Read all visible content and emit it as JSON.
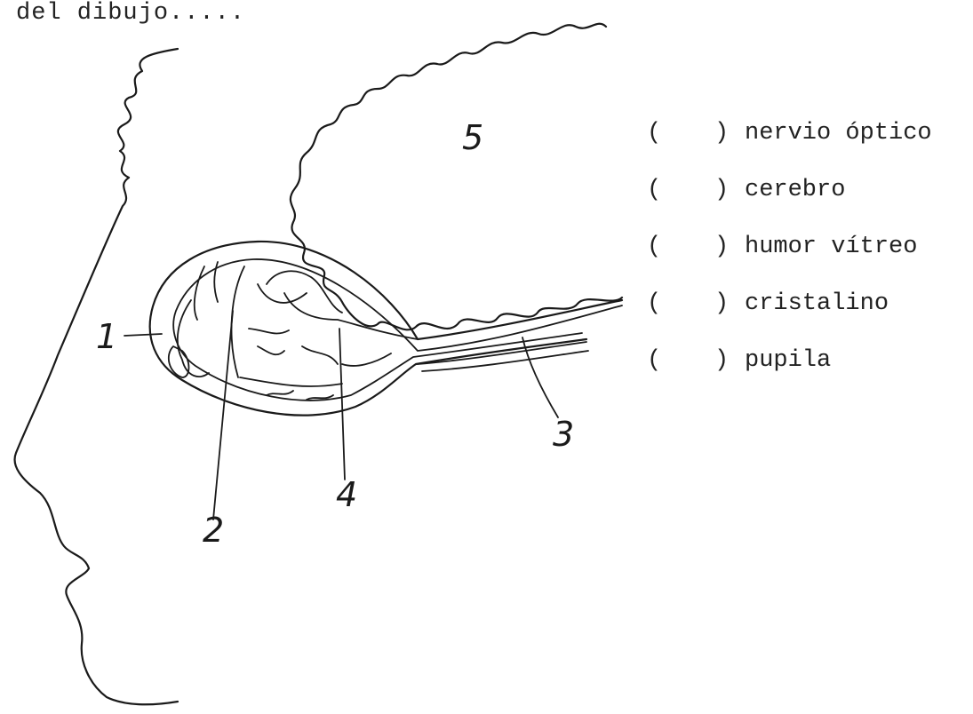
{
  "instruction_fragment": "del dibujo.....",
  "diagram_numbers": [
    "1",
    "2",
    "3",
    "4",
    "5"
  ],
  "options": [
    {
      "open": "(",
      "close": ")",
      "label": "nervio óptico"
    },
    {
      "open": "(",
      "close": ")",
      "label": "cerebro"
    },
    {
      "open": "(",
      "close": ")",
      "label": "humor vítreo"
    },
    {
      "open": "(",
      "close": ")",
      "label": "cristalino"
    },
    {
      "open": "(",
      "close": ")",
      "label": "pupila"
    }
  ]
}
